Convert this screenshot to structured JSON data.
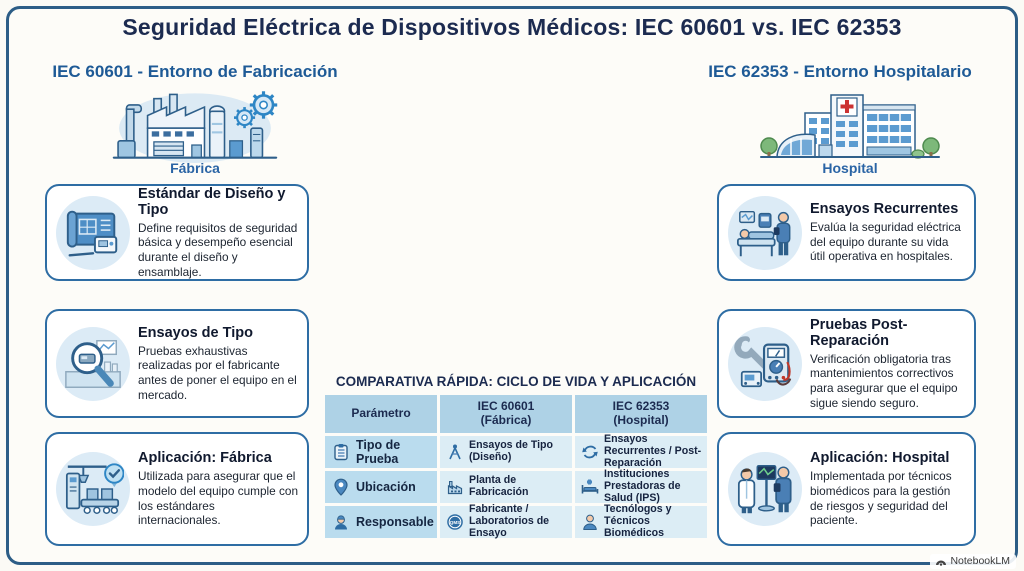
{
  "title": "Seguridad Eléctrica de Dispositivos Médicos: IEC 60601 vs. IEC 62353",
  "left_section": {
    "header": "IEC 60601 - Entorno de Fabricación",
    "illustration": "factory-illustration",
    "illustration_caption": "Fábrica",
    "cards": [
      {
        "icon": "blueprint-icon",
        "title": "Estándar de Diseño y Tipo",
        "body": "Define requisitos de seguridad básica y desempeño esencial durante el diseño y ensamblaje."
      },
      {
        "icon": "magnifier-lab-icon",
        "title": "Ensayos de Tipo",
        "body": "Pruebas exhaustivas realizadas por el fabricante antes de poner el equipo en el mercado."
      },
      {
        "icon": "assembly-line-icon",
        "title": "Aplicación: Fábrica",
        "body": "Utilizada para asegurar que el modelo del equipo cumple con los estándares internacionales."
      }
    ]
  },
  "right_section": {
    "header": "IEC 62353 - Entorno Hospitalario",
    "illustration": "hospital-illustration",
    "illustration_caption": "Hospital",
    "cards": [
      {
        "icon": "patient-bed-icon",
        "title": "Ensayos Recurrentes",
        "body": "Evalúa la seguridad eléctrica del equipo durante su vida útil operativa en hospitales."
      },
      {
        "icon": "wrench-multimeter-icon",
        "title": "Pruebas Post-Reparación",
        "body": "Verificación obligatoria tras mantenimientos correctivos para asegurar que el equipo sigue siendo seguro."
      },
      {
        "icon": "medical-staff-icon",
        "title": "Aplicación: Hospital",
        "body": "Implementada por técnicos biomédicos para la gestión de riesgos y seguridad del paciente."
      }
    ]
  },
  "comparison_table": {
    "title": "COMPARATIVA RÁPIDA: CICLO DE VIDA Y APLICACIÓN",
    "columns": [
      {
        "label": "Parámetro"
      },
      {
        "line1": "IEC 60601",
        "line2": "(Fábrica)"
      },
      {
        "line1": "IEC 62353",
        "line2": "(Hospital)"
      }
    ],
    "rows": [
      {
        "param": {
          "label": "Tipo de Prueba",
          "icon": "clipboard-icon"
        },
        "iec60601": {
          "label": "Ensayos de Tipo (Diseño)",
          "icon": "drafting-compass-icon"
        },
        "iec62353": {
          "label": "Ensayos Recurrentes / Post-Reparación",
          "icon": "recurring-arrows-icon"
        }
      },
      {
        "param": {
          "label": "Ubicación",
          "icon": "location-pin-icon"
        },
        "iec60601": {
          "label": "Planta de Fabricación",
          "icon": "factory-small-icon"
        },
        "iec62353": {
          "label": "Instituciones Prestadoras de Salud (IPS)",
          "icon": "hospital-bed-small-icon"
        }
      },
      {
        "param": {
          "label": "Responsable",
          "icon": "engineer-icon"
        },
        "iec60601": {
          "label": "Fabricante / Laboratorios de Ensayo",
          "icon": "qms-badge-icon",
          "badge_text": "QMS"
        },
        "iec62353": {
          "label": "Tecnólogos y Técnicos Biomédicos",
          "icon": "technician-icon"
        }
      }
    ]
  },
  "watermark": {
    "label": "NotebookLM",
    "icon": "notebooklm-logo-icon"
  },
  "colors": {
    "frame_border": "#2c5d86",
    "accent_blue": "#1e5a96",
    "card_border": "#2e6da4",
    "table_header_bg": "#aed2e6",
    "table_param_bg": "#badcee",
    "table_data_bg": "#dcedf5",
    "title_text": "#1c2b50",
    "cross_red": "#cc3333"
  }
}
